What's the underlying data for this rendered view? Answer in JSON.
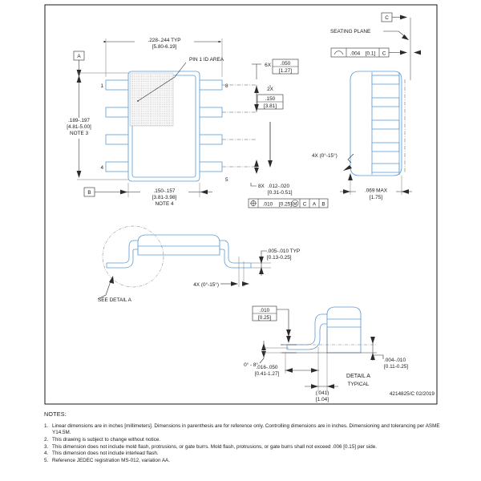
{
  "document": {
    "drawing_number": "4214825/C  02/2019"
  },
  "top_view": {
    "top_dim_inch": ".228-.244   TYP",
    "top_dim_mm": "[5.80-6.19]",
    "pin1_label": "PIN 1 ID AREA",
    "left_dim_inch": ".189-.197",
    "left_dim_mm": "[4.81-5.00]",
    "left_dim_note": "NOTE 3",
    "bottom_dim_inch": ".150-.157",
    "bottom_dim_mm": "[3.81-3.98]",
    "bottom_dim_note": "NOTE 4",
    "datum_a": "A",
    "datum_b": "B",
    "pin_numbers": {
      "p1": "1",
      "p4": "4",
      "p5": "5",
      "p8": "8"
    },
    "pitch_qty": "6X",
    "pitch_inch": ".050",
    "pitch_mm": "[1.27]",
    "span_qty": "2X",
    "span_inch": ".150",
    "span_mm": "[3.81]",
    "lead_width_qty": "8X",
    "lead_width_inch": ".012-.020",
    "lead_width_mm": "[0.31-0.51]",
    "fcf": {
      "symbol": "position-icon",
      "tolerance_inch": ".010",
      "tolerance_mm": "[0.25]",
      "modifier": "M",
      "datum_1": "C",
      "datum_2": "A",
      "datum_3": "B"
    }
  },
  "side_view": {
    "seating_plane_label": "SEATING PLANE",
    "datum_c": "C",
    "flatness": {
      "symbol": "flatness-icon",
      "value_inch": ".004",
      "value_mm": "[0.1]",
      "datum": "C"
    },
    "draft_angle": "4X (0°-15°)",
    "height_max_inch": ".069 MAX",
    "height_max_mm": "[1.75]"
  },
  "front_view": {
    "detail_callout": "SEE DETAIL A",
    "draft_angle": "4X (0°-15°)",
    "lead_thickness_inch": ".005-.010   TYP",
    "lead_thickness_mm": "[0.13-0.25]"
  },
  "detail_a": {
    "title": "DETAIL A",
    "subtitle": "TYPICAL",
    "standoff_inch": ".010",
    "standoff_mm": "[0.25]",
    "foot_angle": "0° - 8°",
    "foot_length_inch": ".016-.050",
    "foot_length_mm": "[0.41-1.27]",
    "ref_dim_inch": "(.041)",
    "ref_dim_mm": "[1.04]",
    "thickness_inch": ".004-.010",
    "thickness_mm": "[0.11-0.25]"
  },
  "notes": {
    "title": "NOTES:",
    "items": [
      {
        "num": "1.",
        "text": "Linear dimensions are in inches [millimeters]. Dimensions in parenthesis are for reference only. Controlling dimensions are in inches. Dimensioning and tolerancing per ASME Y14.5M."
      },
      {
        "num": "2.",
        "text": "This drawing is subject to change without notice."
      },
      {
        "num": "3.",
        "text": "This dimension does not include mold flash, protrusions, or gate burrs. Mold flash, protrusions, or gate burrs shall not exceed .006 [0.15] per side."
      },
      {
        "num": "4.",
        "text": "This dimension does not include interlead flash."
      },
      {
        "num": "5.",
        "text": "Reference JEDEC registration MS-012, variation AA."
      }
    ]
  }
}
